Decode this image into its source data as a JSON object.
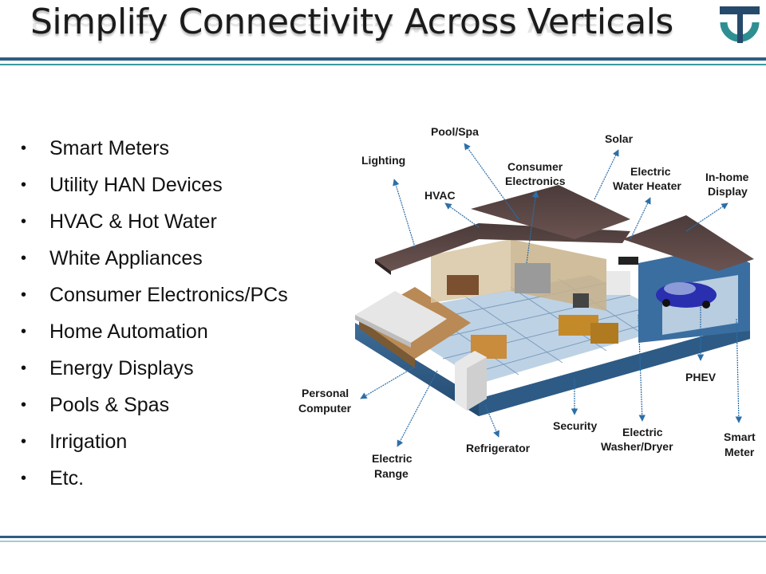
{
  "slide": {
    "title": "Simplify Connectivity Across Verticals"
  },
  "bullets": [
    "Smart Meters",
    "Utility HAN Devices",
    "HVAC & Hot Water",
    "White Appliances",
    "Consumer Electronics/PCs",
    "Home Automation",
    "Energy Displays",
    "Pools & Spas",
    "Irrigation",
    "Etc."
  ],
  "diagram_labels": {
    "pool_spa": "Pool/Spa",
    "solar": "Solar",
    "lighting": "Lighting",
    "consumer_electronics_1": "Consumer",
    "consumer_electronics_2": "Electronics",
    "electric_water_heater_1": "Electric",
    "electric_water_heater_2": "Water Heater",
    "in_home_display_1": "In-home",
    "in_home_display_2": "Display",
    "hvac": "HVAC",
    "phev": "PHEV",
    "personal_computer_1": "Personal",
    "personal_computer_2": "Computer",
    "security": "Security",
    "electric_washer_dryer_1": "Electric",
    "electric_washer_dryer_2": "Washer/Dryer",
    "smart_meter_1": "Smart",
    "smart_meter_2": "Meter",
    "refrigerator": "Refrigerator",
    "electric_range_1": "Electric",
    "electric_range_2": "Range"
  },
  "colors": {
    "title_rule": "#2f5d82",
    "accent_rule": "#3d9aa0",
    "logo_teal": "#2e8f93",
    "logo_navy": "#264a6b",
    "arrow": "#2c6fa8"
  },
  "icons": {
    "logo": "company-logo",
    "bullet": "bullet-dot"
  }
}
